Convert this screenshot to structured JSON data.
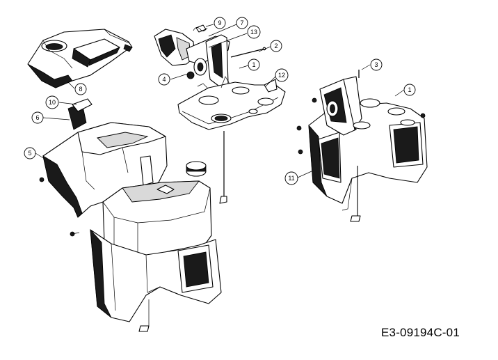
{
  "drawing_code": "E3-09194C-01",
  "callouts": [
    {
      "id": "c9",
      "label": "9"
    },
    {
      "id": "c7",
      "label": "7"
    },
    {
      "id": "c13",
      "label": "13"
    },
    {
      "id": "c2",
      "label": "2"
    },
    {
      "id": "c1a",
      "label": "1"
    },
    {
      "id": "c4",
      "label": "4"
    },
    {
      "id": "c12",
      "label": "12"
    },
    {
      "id": "c8",
      "label": "8"
    },
    {
      "id": "c10",
      "label": "10"
    },
    {
      "id": "c6",
      "label": "6"
    },
    {
      "id": "c5",
      "label": "5"
    },
    {
      "id": "c3",
      "label": "3"
    },
    {
      "id": "c1b",
      "label": "1"
    },
    {
      "id": "c11",
      "label": "11"
    }
  ]
}
